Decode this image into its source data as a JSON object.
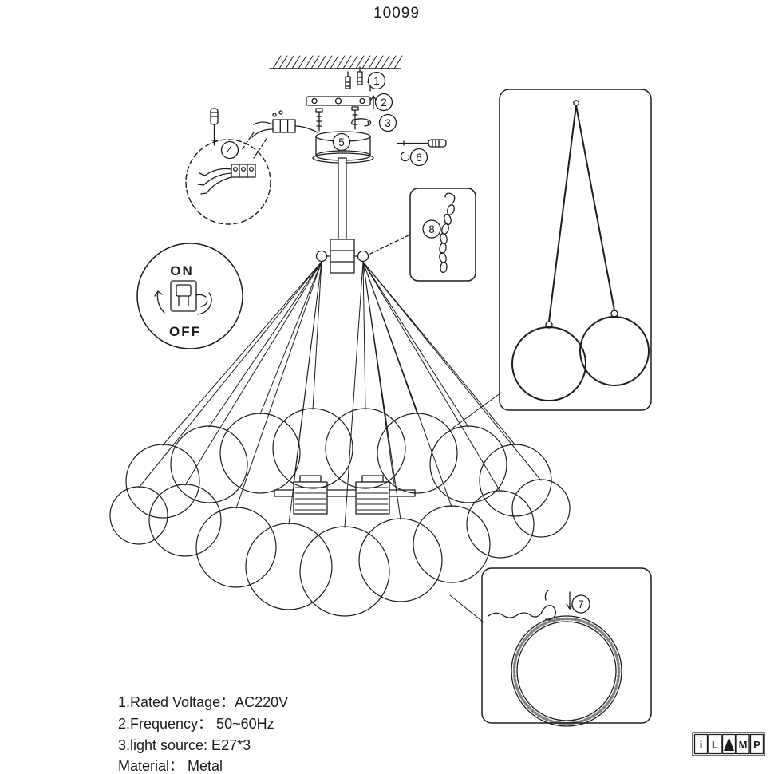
{
  "title": "10099",
  "steps": [
    "1",
    "2",
    "3",
    "4",
    "5",
    "6",
    "7",
    "8"
  ],
  "switch_labels": {
    "on": "ON",
    "off": "OFF"
  },
  "specs": [
    "1.Rated Voltage：AC220V",
    "2.Frequency：  50~60Hz",
    "3.light source: E27*3",
    "Material：  Metal"
  ],
  "logo": {
    "name": "iLAMP",
    "letters": [
      "i",
      "L",
      "M",
      "P"
    ],
    "lamp_glyph": "filled-triangle"
  },
  "colors": {
    "ink": "#1c1c1c",
    "background": "#ffffff"
  }
}
